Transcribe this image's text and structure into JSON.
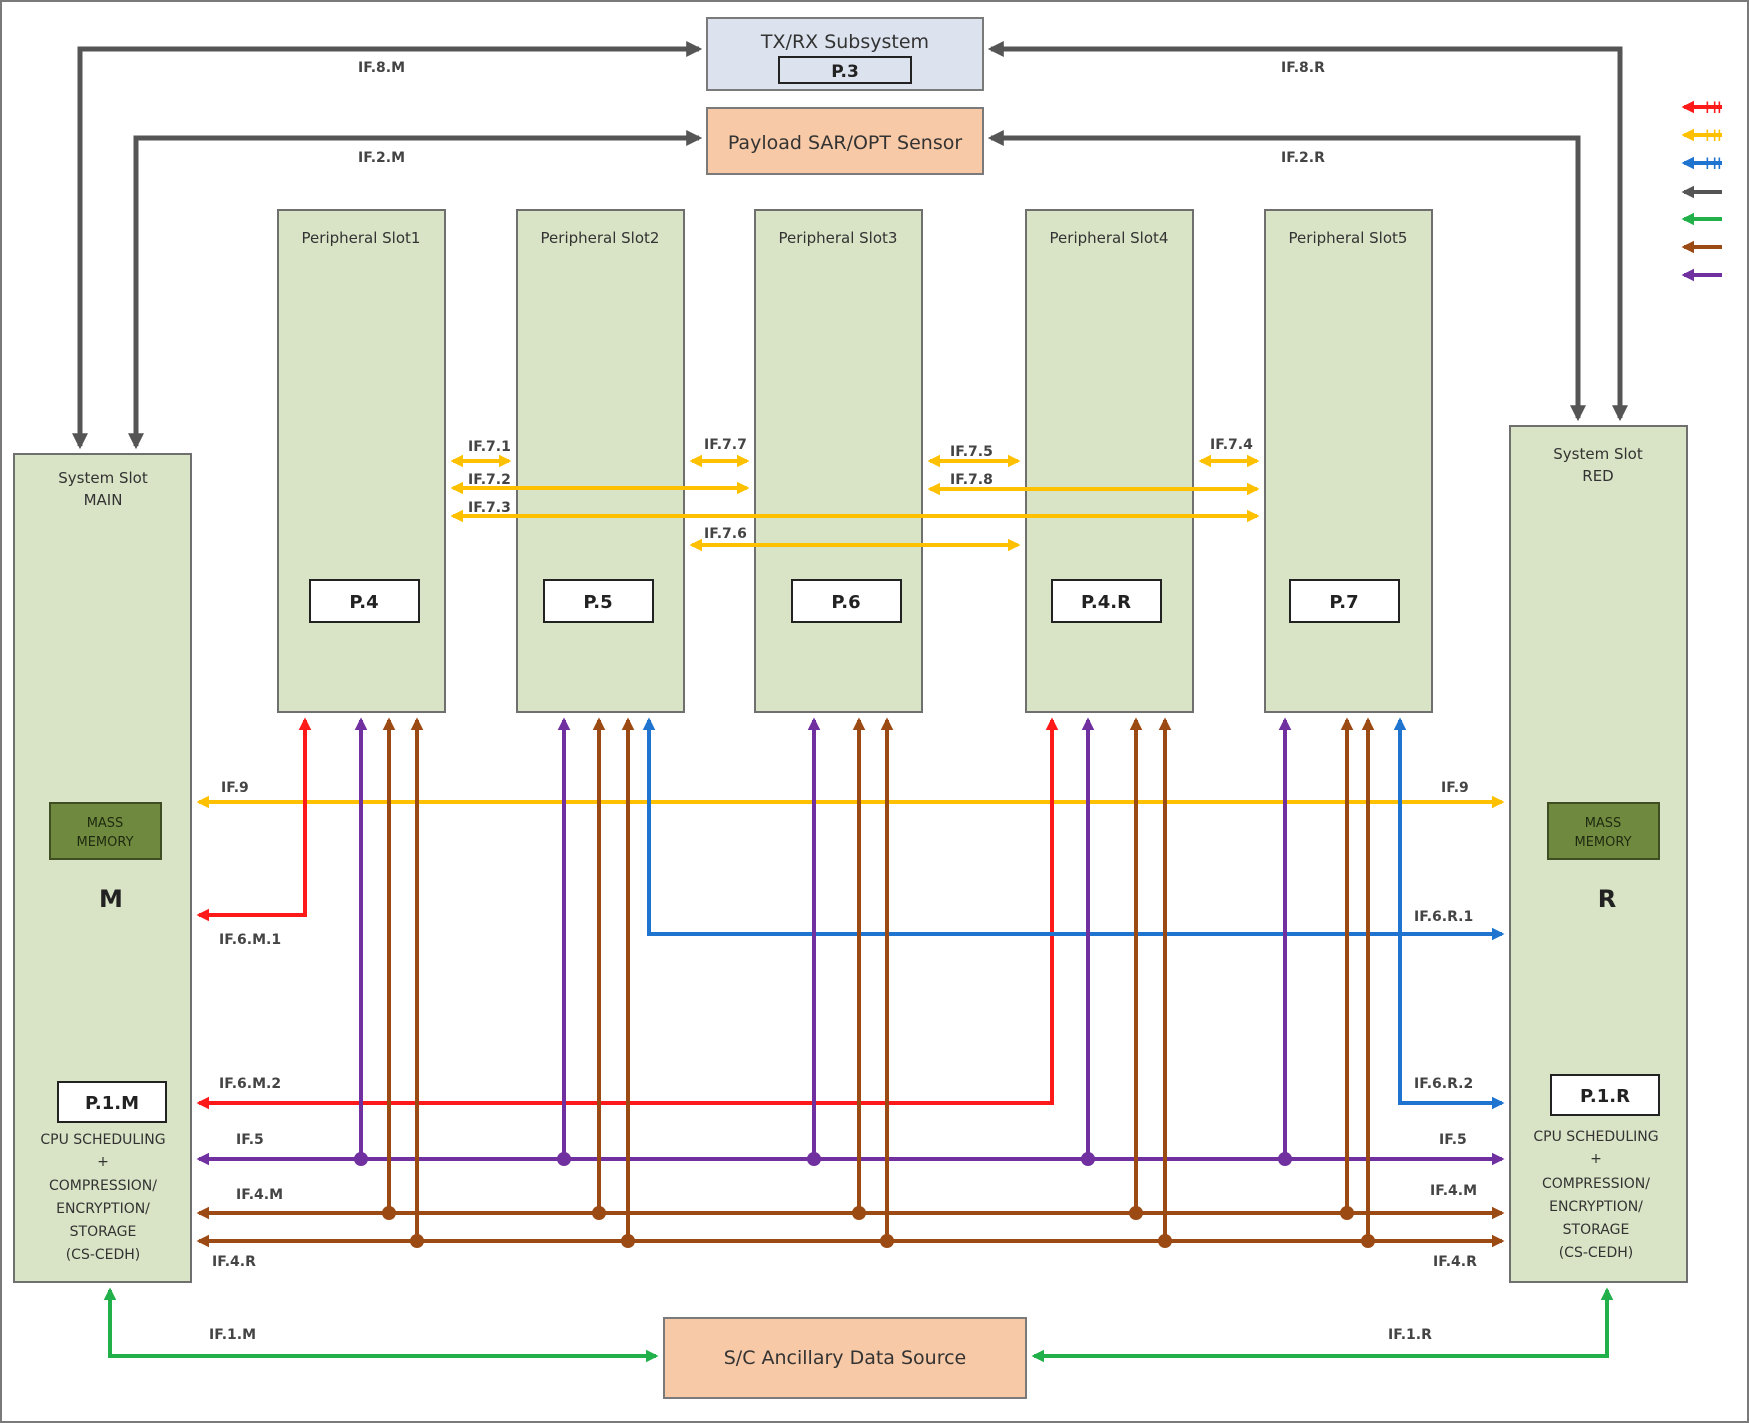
{
  "colors": {
    "background": "#ffffff",
    "frame": "#7a7a7a",
    "slot_fill": "#d9e3c5",
    "slot_stroke": "#6f6f6f",
    "txrx_fill": "#dce3ee",
    "orange_box_fill": "#f8c9a6",
    "mass_memory_fill": "#6f8a3e",
    "red": "#ff1a1a",
    "yellow": "#ffc000",
    "blue": "#1f74d0",
    "dark_gray": "#555555",
    "green": "#22b04a",
    "brown": "#9c4a14",
    "purple": "#7030a0"
  },
  "boxes": {
    "txrx": {
      "title": "TX/RX Subsystem",
      "p": "P.3"
    },
    "payload": {
      "title": "Payload SAR/OPT Sensor"
    },
    "ancillary": {
      "title": "S/C Ancillary Data Source"
    },
    "main": {
      "title_line1": "System Slot",
      "title_line2": "MAIN",
      "mass_line1": "MASS",
      "mass_line2": "MEMORY",
      "letter": "M",
      "p": "P.1.M",
      "desc": [
        "CPU SCHEDULING",
        "+",
        "COMPRESSION/",
        "ENCRYPTION/",
        "STORAGE",
        "(CS-CEDH)"
      ]
    },
    "red": {
      "title_line1": "System Slot",
      "title_line2": "RED",
      "mass_line1": "MASS",
      "mass_line2": "MEMORY",
      "letter": "R",
      "p": "P.1.R",
      "desc": [
        "CPU SCHEDULING",
        "+",
        "COMPRESSION/",
        "ENCRYPTION/",
        "STORAGE",
        "(CS-CEDH)"
      ]
    },
    "peripherals": [
      {
        "title": "Peripheral Slot1",
        "p": "P.4"
      },
      {
        "title": "Peripheral Slot2",
        "p": "P.5"
      },
      {
        "title": "Peripheral Slot3",
        "p": "P.6"
      },
      {
        "title": "Peripheral Slot4",
        "p": "P.4.R"
      },
      {
        "title": "Peripheral Slot5",
        "p": "P.7"
      }
    ]
  },
  "legend": {
    "items": [
      {
        "color": "red",
        "label": "HI"
      },
      {
        "color": "yellow",
        "label": "HI"
      },
      {
        "color": "blue",
        "label": "HI"
      },
      {
        "color": "dark_gray",
        "label": ""
      },
      {
        "color": "green",
        "label": ""
      },
      {
        "color": "brown",
        "label": ""
      },
      {
        "color": "purple",
        "label": ""
      }
    ]
  },
  "interfaces": {
    "if8m": "IF.8.M",
    "if8r": "IF.8.R",
    "if2m": "IF.2.M",
    "if2r": "IF.2.R",
    "if71": "IF.7.1",
    "if72": "IF.7.2",
    "if73": "IF.7.3",
    "if77": "IF.7.7",
    "if76": "IF.7.6",
    "if75": "IF.7.5",
    "if78": "IF.7.8",
    "if74": "IF.7.4",
    "if9l": "IF.9",
    "if9r": "IF.9",
    "if6m1": "IF.6.M.1",
    "if6r1": "IF.6.R.1",
    "if6m2": "IF.6.M.2",
    "if6r2": "IF.6.R.2",
    "if5l": "IF.5",
    "if5r": "IF.5",
    "if4ml": "IF.4.M",
    "if4mr": "IF.4.M",
    "if4rl": "IF.4.R",
    "if4rr": "IF.4.R",
    "if1m": "IF.1.M",
    "if1r": "IF.1.R"
  }
}
